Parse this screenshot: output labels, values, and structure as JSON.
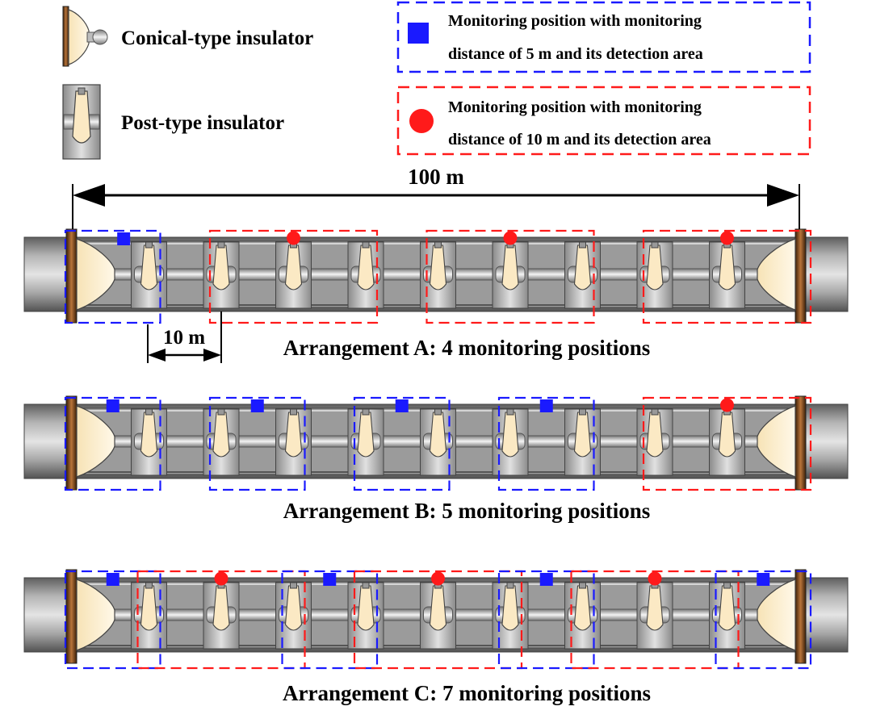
{
  "legend": {
    "conical_label": "Conical-type insulator",
    "post_label": "Post-type insulator",
    "blue_line1": "Monitoring position with monitoring",
    "blue_line2": "distance of 5 m and its detection area",
    "red_line1": "Monitoring position with monitoring",
    "red_line2": "distance of 10 m and its detection area"
  },
  "dimensions": {
    "total_length": "100 m",
    "spacing": "10 m"
  },
  "arrangements": [
    {
      "title": "Arrangement A: 4 monitoring positions",
      "boxes": [
        {
          "kind": "blue",
          "from": 0,
          "to": 1,
          "marker": 0.65
        },
        {
          "kind": "red",
          "from": 2,
          "to": 4,
          "marker": 3
        },
        {
          "kind": "red",
          "from": 5,
          "to": 7,
          "marker": 6
        },
        {
          "kind": "red",
          "from": 8,
          "to": 10,
          "marker": 9
        }
      ]
    },
    {
      "title": "Arrangement B: 5 monitoring positions",
      "boxes": [
        {
          "kind": "blue",
          "from": 0,
          "to": 1,
          "marker": 0.5
        },
        {
          "kind": "blue",
          "from": 2,
          "to": 3,
          "marker": 2.5
        },
        {
          "kind": "blue",
          "from": 4,
          "to": 5,
          "marker": 4.5
        },
        {
          "kind": "blue",
          "from": 6,
          "to": 7,
          "marker": 6.5
        },
        {
          "kind": "red",
          "from": 8,
          "to": 10,
          "marker": 9
        }
      ]
    },
    {
      "title": "Arrangement C: 7 monitoring positions",
      "boxes": [
        {
          "kind": "blue",
          "from": 0,
          "to": 1,
          "marker": 0.5
        },
        {
          "kind": "red",
          "from": 1,
          "to": 3,
          "marker": 2
        },
        {
          "kind": "blue",
          "from": 3,
          "to": 4,
          "marker": 3.5
        },
        {
          "kind": "red",
          "from": 4,
          "to": 6,
          "marker": 5
        },
        {
          "kind": "blue",
          "from": 6,
          "to": 7,
          "marker": 6.5
        },
        {
          "kind": "red",
          "from": 7,
          "to": 9,
          "marker": 8
        },
        {
          "kind": "blue",
          "from": 9,
          "to": 10,
          "marker": 9.5
        }
      ]
    }
  ],
  "colors": {
    "blue": "#1a1aff",
    "red": "#ff1a1a",
    "pipe": "#9a9a9a",
    "insulator": "#fbe9c4",
    "flange": "#8b4a1f"
  },
  "icons": {
    "conical": "conical-insulator-icon",
    "post": "post-insulator-icon",
    "blue_marker": "blue-square-marker-icon",
    "red_marker": "red-circle-marker-icon"
  }
}
